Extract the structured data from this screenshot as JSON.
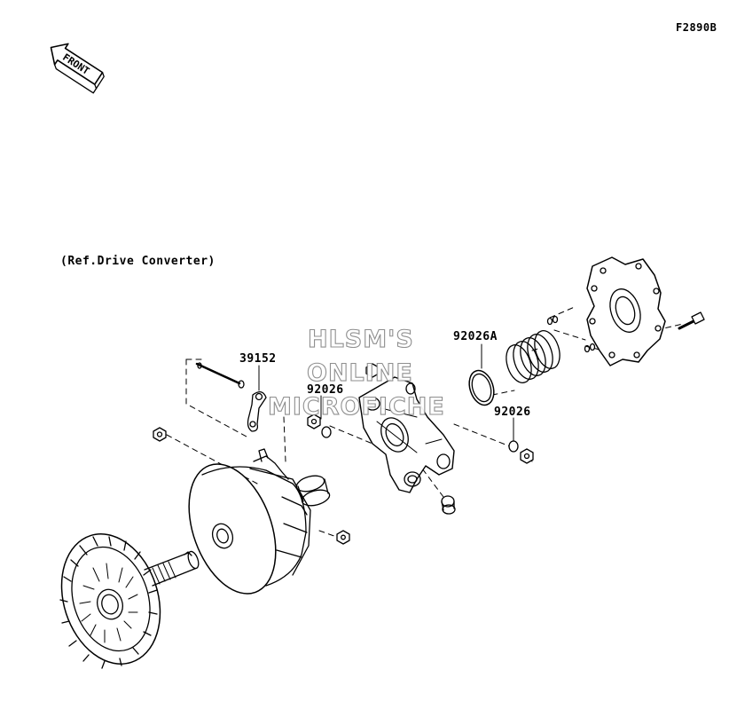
{
  "figure_code": "F2890B",
  "front_arrow_text": "FRONT",
  "reference_note": "(Ref.Drive Converter)",
  "watermark": {
    "line1": "HLSM'S",
    "line2": "ONLINE",
    "line3": "MICROFICHE"
  },
  "part_labels": [
    {
      "id": "39152",
      "text": "39152"
    },
    {
      "id": "92026-left",
      "text": "92026"
    },
    {
      "id": "92026A",
      "text": "92026A"
    },
    {
      "id": "92026-right",
      "text": "92026"
    }
  ]
}
